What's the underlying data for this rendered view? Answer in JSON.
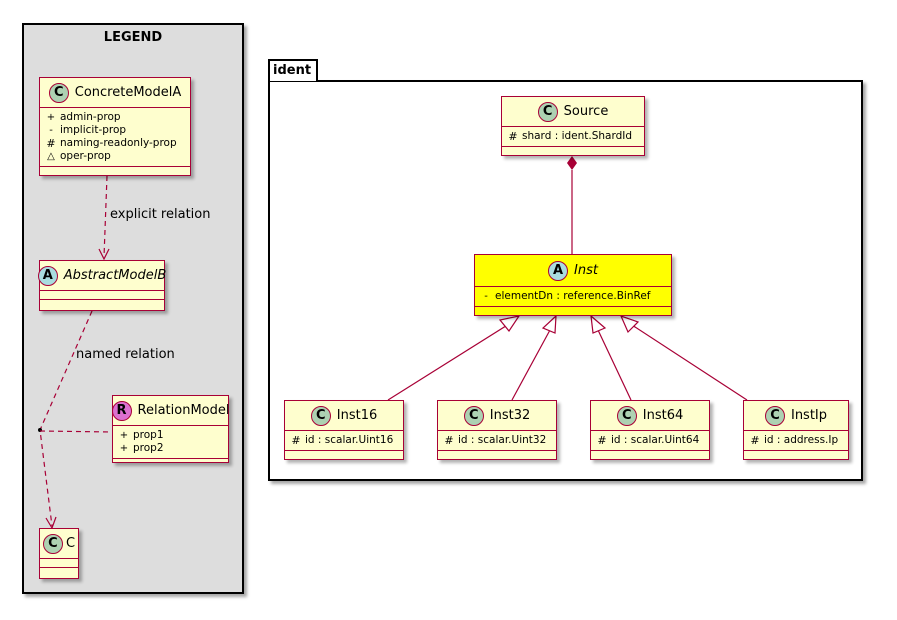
{
  "legend": {
    "title": "LEGEND",
    "concrete": {
      "name": "ConcreteModelA",
      "badge": "C",
      "attrs": [
        {
          "vis": "+",
          "text": "admin-prop"
        },
        {
          "vis": "-",
          "text": "implicit-prop"
        },
        {
          "vis": "#",
          "text": "naming-readonly-prop"
        },
        {
          "vis": "~",
          "text": "oper-prop"
        }
      ]
    },
    "abstract": {
      "name": "AbstractModelB",
      "badge": "A"
    },
    "relation_model": {
      "name": "RelationModel",
      "badge": "R",
      "attrs": [
        {
          "vis": "+",
          "text": "prop1"
        },
        {
          "vis": "+",
          "text": "prop2"
        }
      ]
    },
    "c": {
      "name": "C",
      "badge": "C"
    },
    "explicit_label": "explicit relation",
    "named_label": "named relation"
  },
  "package": {
    "name": "ident",
    "source": {
      "name": "Source",
      "badge": "C",
      "attr": {
        "vis": "#",
        "text": "shard : ident.ShardId"
      }
    },
    "inst": {
      "name": "Inst",
      "badge": "A",
      "attr": {
        "vis": "-",
        "text": "elementDn : reference.BinRef"
      },
      "color": "#ffff00"
    },
    "children": [
      {
        "name": "Inst16",
        "badge": "C",
        "attr": {
          "vis": "#",
          "text": "id : scalar.Uint16"
        }
      },
      {
        "name": "Inst32",
        "badge": "C",
        "attr": {
          "vis": "#",
          "text": "id : scalar.Uint32"
        }
      },
      {
        "name": "Inst64",
        "badge": "C",
        "attr": {
          "vis": "#",
          "text": "id : scalar.Uint64"
        }
      },
      {
        "name": "InstIp",
        "badge": "C",
        "attr": {
          "vis": "#",
          "text": "id : address.Ip"
        }
      }
    ]
  },
  "colors": {
    "border": "#a80036",
    "fill": "#fefece",
    "legend_bg": "#dddddd"
  }
}
